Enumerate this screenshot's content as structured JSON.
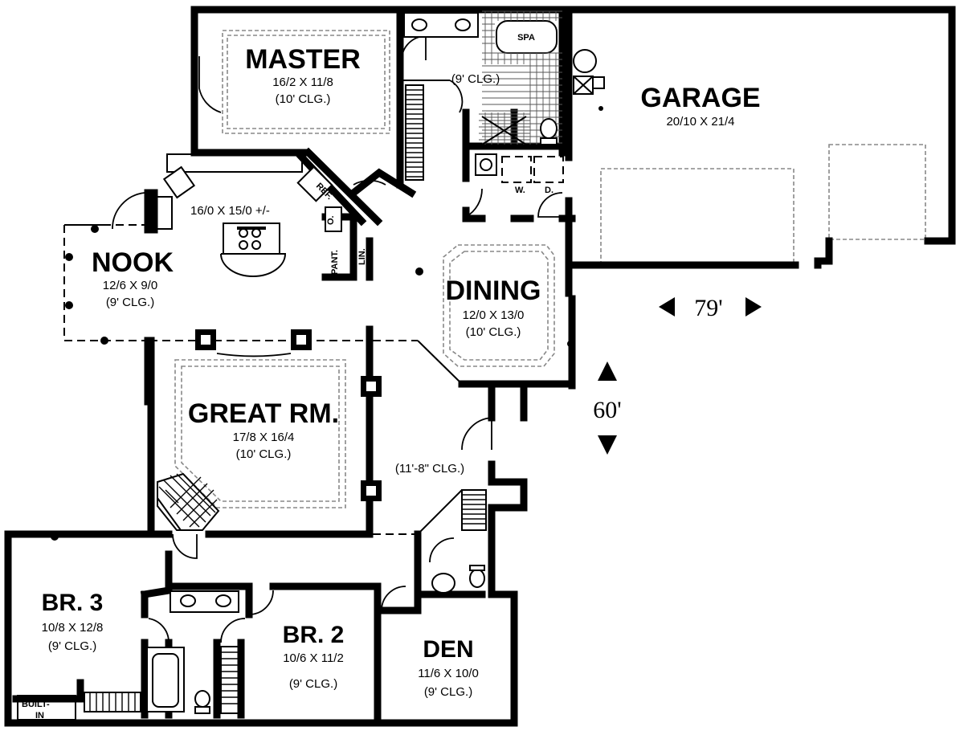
{
  "rooms": {
    "master": {
      "name": "MASTER",
      "dims": "16/2 X 11/8",
      "ceiling": "(10' CLG.)"
    },
    "garage": {
      "name": "GARAGE",
      "dims": "20/10 X 21/4"
    },
    "kitchen": {
      "dims": "16/0 X 15/0 +/-"
    },
    "nook": {
      "name": "NOOK",
      "dims": "12/6 X 9/0",
      "ceiling": "(9' CLG.)"
    },
    "dining": {
      "name": "DINING",
      "dims": "12/0 X 13/0",
      "ceiling": "(10' CLG.)"
    },
    "great": {
      "name": "GREAT RM.",
      "dims": "17/8 X 16/4",
      "ceiling": "(10' CLG.)"
    },
    "br3": {
      "name": "BR. 3",
      "dims": "10/8 X 12/8",
      "ceiling": "(9' CLG.)"
    },
    "br2": {
      "name": "BR. 2",
      "dims": "10/6 X 11/2",
      "ceiling": "(9' CLG.)"
    },
    "den": {
      "name": "DEN",
      "dims": "11/6 X 10/0",
      "ceiling": "(9' CLG.)"
    },
    "master_bath": {
      "ceiling": "(9' CLG.)"
    },
    "entry": {
      "ceiling": "(11'-8\" CLG.)"
    }
  },
  "labels": {
    "spa": "SPA",
    "ref": "REF.",
    "oven": "O.",
    "pantry": "PANT.",
    "linen": "LIN.",
    "washer": "W.",
    "dryer": "D.",
    "built_in_1": "BUILT-",
    "built_in_2": "IN"
  },
  "overall": {
    "width": "79'",
    "depth": "60'"
  }
}
